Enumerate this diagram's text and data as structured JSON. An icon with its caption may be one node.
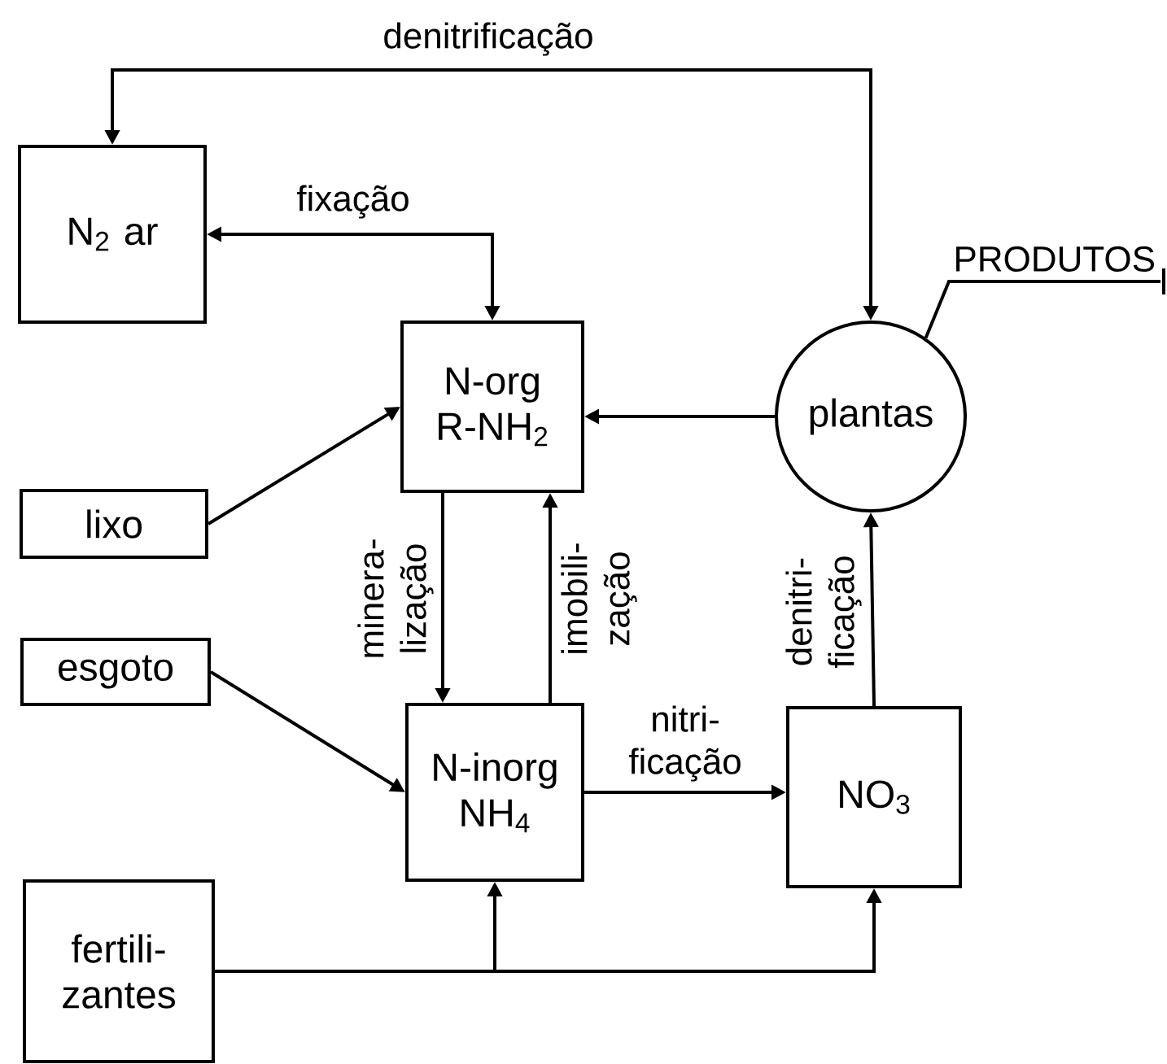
{
  "diagram": {
    "nodes": [
      {
        "text": [
          "N$_{2}$ ar"
        ]
      },
      {
        "text": [
          "PRODUTOS"
        ]
      },
      {
        "text": [
          "N-org R-NH$_{2}$"
        ]
      },
      {
        "text": [
          "plantas"
        ]
      },
      {
        "text": [
          "lixo"
        ]
      },
      {
        "text": [
          "esgoto"
        ]
      },
      {
        "text": [
          "N-inorg NH$_{4}$"
        ]
      },
      {
        "text": [
          "NO$_{3}$"
        ]
      },
      {
        "text": [
          "fertili- zantes"
        ]
      }
    ],
    "edges": [
      {
        "from": 0,
        "to": 3,
        "arrow": "both",
        "label": "denitrificação"
      },
      {
        "from": 0,
        "to": 2,
        "arrow": "both",
        "label": "fixação"
      },
      {
        "from": 3,
        "to": 2,
        "arrow": "to"
      },
      {
        "from": 4,
        "to": 2,
        "arrow": "to"
      },
      {
        "from": 2,
        "to": 6,
        "arrow": "to",
        "label": "minera- lização"
      },
      {
        "from": 6,
        "to": 2,
        "arrow": "to",
        "label": "imobili- zação"
      },
      {
        "from": 5,
        "to": 6,
        "arrow": "to"
      },
      {
        "from": 6,
        "to": 7,
        "arrow": "to",
        "label": "nitri- ficação"
      },
      {
        "from": 7,
        "to": 3,
        "arrow": "to",
        "label": "denitri- ficação"
      },
      {
        "from": 8,
        "to": 6,
        "arrow": "to"
      },
      {
        "from": 8,
        "to": 7,
        "arrow": "to"
      },
      {
        "from": 3,
        "to": 1,
        "arrow": "none"
      }
    ]
  }
}
